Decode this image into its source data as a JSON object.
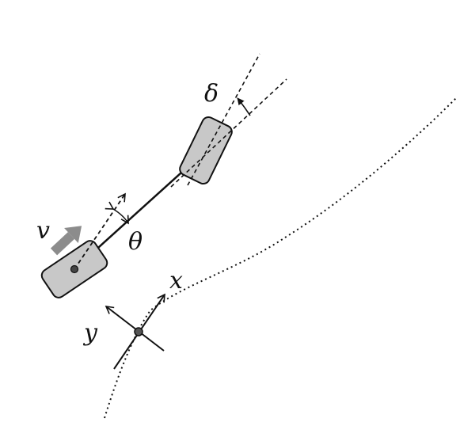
{
  "labels": {
    "steering_angle": "δ",
    "heading_angle": "θ",
    "velocity": "v",
    "frame_x": "x",
    "frame_y": "y"
  },
  "colors": {
    "ink": "#111111",
    "body_fill": "#c8c8c8",
    "velocity_arrow": "#8c8c8c",
    "background": "#ffffff"
  },
  "icons": {
    "velocity": "thick-arrow",
    "frame_origin": "filled-dot",
    "rear_axle": "filled-dot"
  }
}
